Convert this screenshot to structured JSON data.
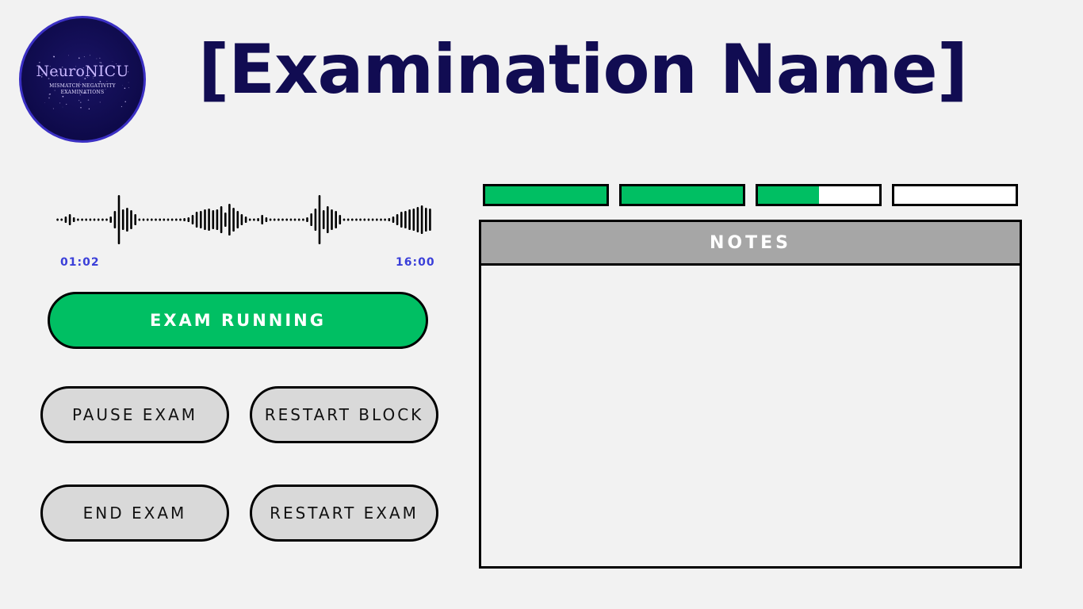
{
  "logo": {
    "name": "NeuroNICU",
    "subtitle_line1": "MISMATCH NEGATIVITY",
    "subtitle_line2": "EXAMINATIONS"
  },
  "title": "[Examination Name]",
  "audio": {
    "elapsed": "01:02",
    "total": "16:00"
  },
  "status_button": {
    "label": "EXAM RUNNING"
  },
  "controls": {
    "pause": "PAUSE EXAM",
    "restart_block": "RESTART BLOCK",
    "end": "END EXAM",
    "restart_exam": "RESTART EXAM"
  },
  "block_progress": [
    1.0,
    1.0,
    0.5,
    0.0
  ],
  "notes": {
    "header": "NOTES",
    "content": ""
  },
  "colors": {
    "accent_green": "#00bf63",
    "title_navy": "#110c52",
    "time_blue": "#3a3fd9",
    "button_grey": "#d9d9d9",
    "notes_header_grey": "#a6a6a6"
  }
}
